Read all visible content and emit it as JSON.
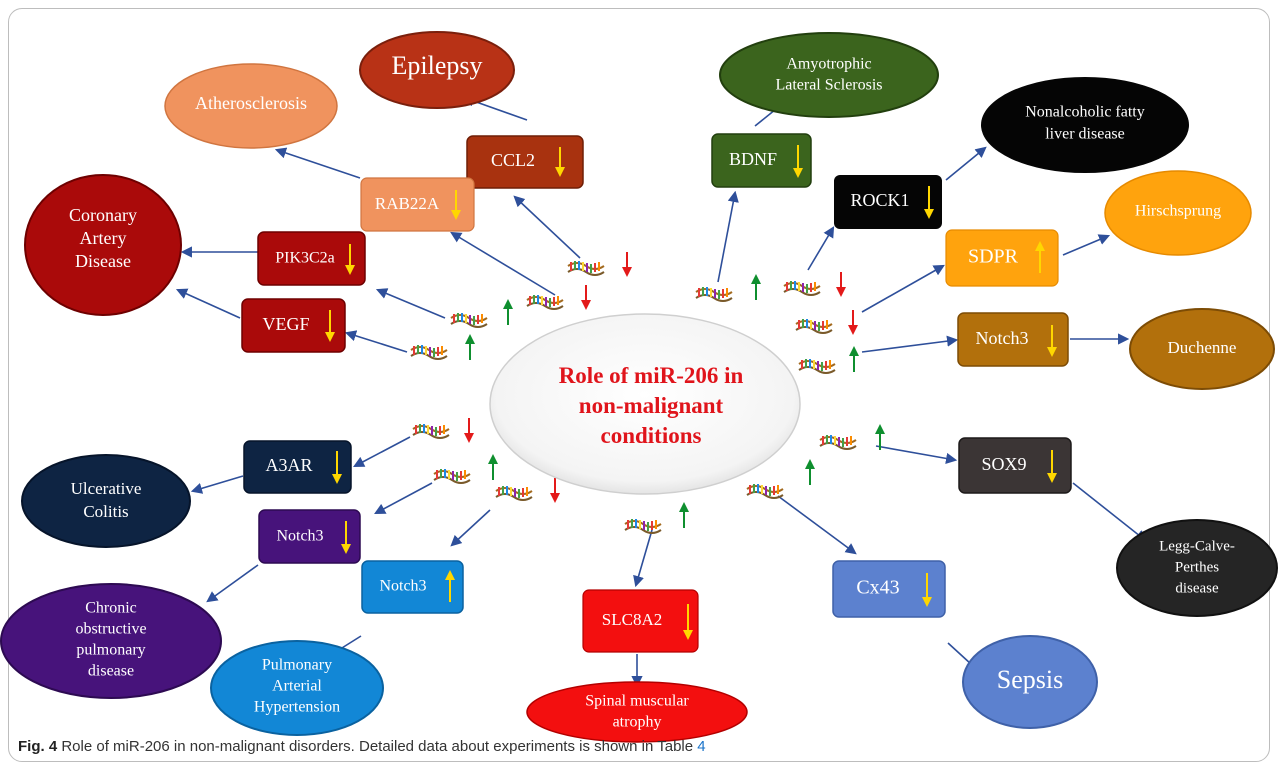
{
  "center": {
    "line1": "Role of miR-206 in",
    "line2": "non-malignant",
    "line3": "conditions"
  },
  "genes": {
    "ccl2": "CCL2",
    "rab22a": "RAB22A",
    "pik3c2a": "PIK3C2a",
    "vegf": "VEGF",
    "bdnf": "BDNF",
    "rock1": "ROCK1",
    "sdpr": "SDPR",
    "notch3_right": "Notch3",
    "a3ar": "A3AR",
    "notch3_left": "Notch3",
    "notch3_mid": "Notch3",
    "slc8a2": "SLC8A2",
    "cx43": "Cx43",
    "sox9": "SOX9"
  },
  "diseases": {
    "epilepsy": "Epilepsy",
    "atherosclerosis": "Atherosclerosis",
    "cad": [
      "Coronary",
      "Artery",
      "Disease"
    ],
    "als": [
      "Amyotrophic",
      "Lateral Sclerosis"
    ],
    "nafld": [
      "Nonalcoholic fatty",
      "liver disease"
    ],
    "hirschsprung": "Hirschsprung",
    "duchenne": "Duchenne",
    "uc": [
      "Ulcerative",
      "Colitis"
    ],
    "copd": [
      "Chronic",
      "obstructive",
      "pulmonary",
      "disease"
    ],
    "pah": [
      "Pulmonary",
      "Arterial",
      "Hypertension"
    ],
    "sma": [
      "Spinal muscular",
      "atrophy"
    ],
    "sepsis": "Sepsis",
    "lcp": [
      "Legg-Calve-",
      "Perthes",
      "disease"
    ]
  },
  "colors": {
    "center_text": "#e0141b",
    "arrow": "#2e4f9a",
    "down_arrow_in_box": "#ffd700",
    "mir_up": "#0f8f2f",
    "mir_down": "#e31a1a"
  },
  "caption": {
    "label": "Fig. 4",
    "text": "Role of miR-206 in non-malignant disorders. Detailed data about experiments is shown in Table",
    "ref": "4"
  }
}
